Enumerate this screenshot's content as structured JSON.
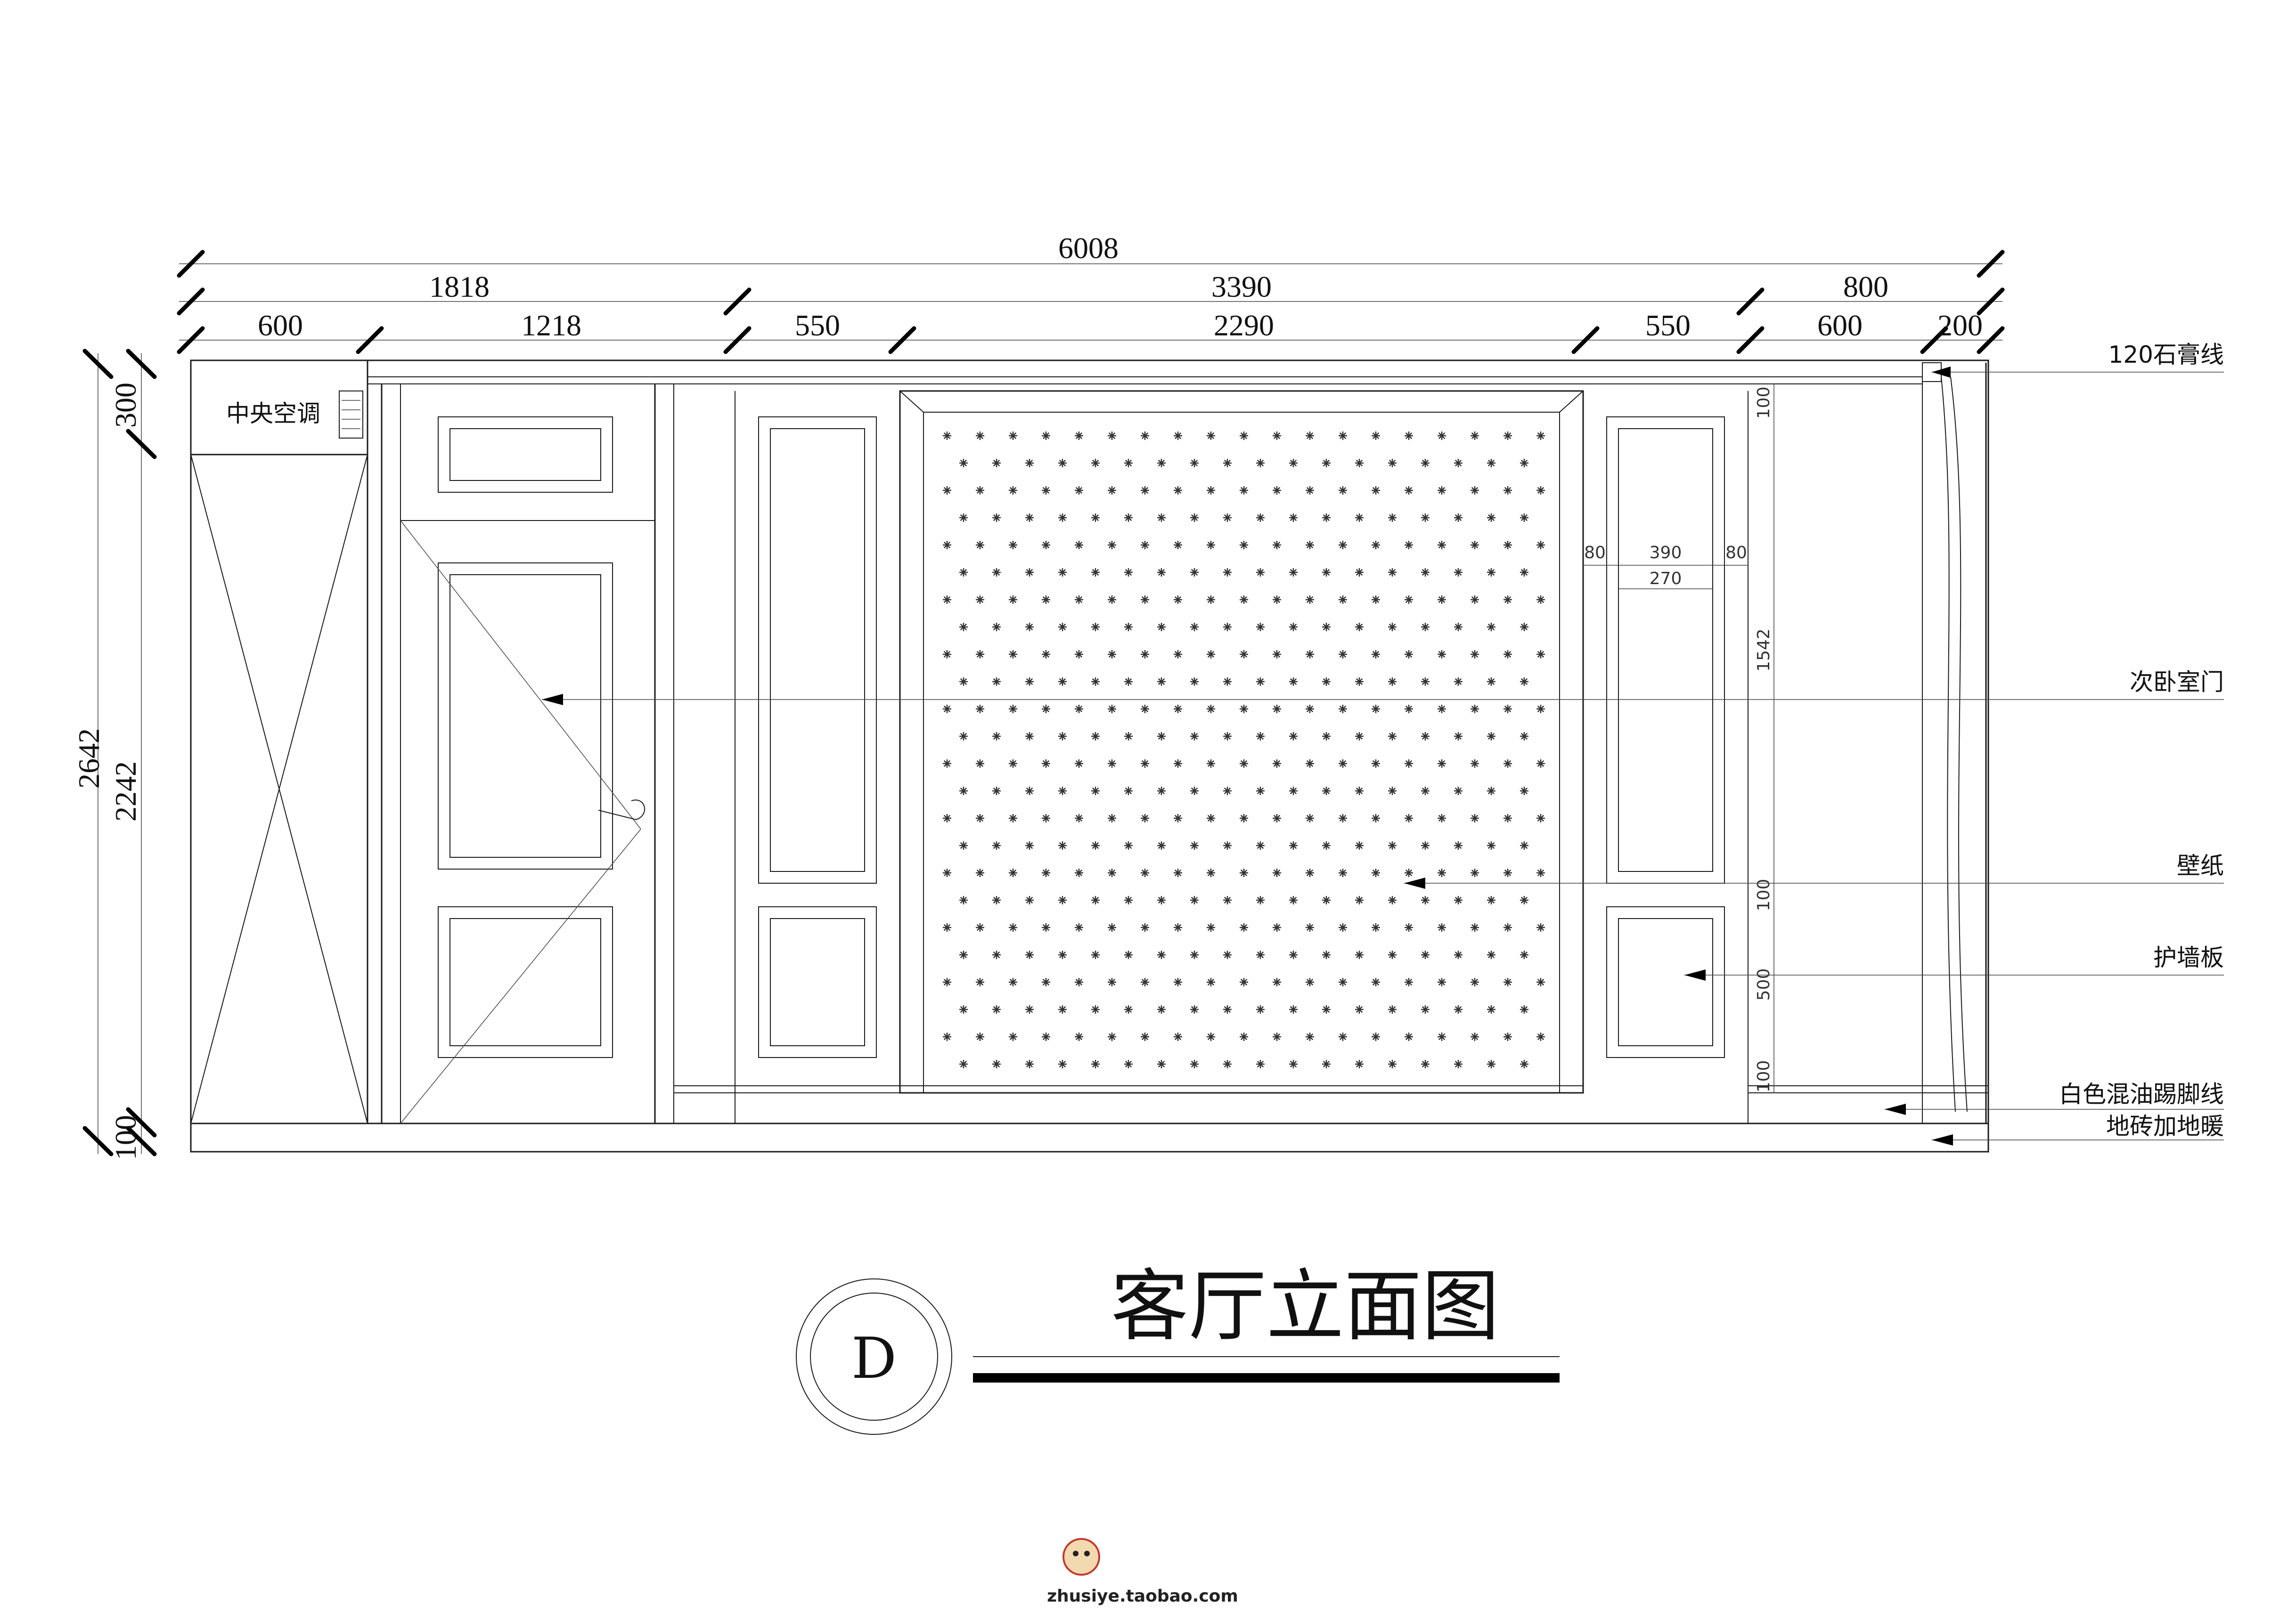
{
  "dimensions": {
    "top_total": "6008",
    "top_row2": [
      "1818",
      "3390",
      "800"
    ],
    "top_row3": [
      "600",
      "1218",
      "550",
      "2290",
      "550",
      "600",
      "200"
    ],
    "left_total": "2642",
    "left_ceiling": "300",
    "left_main": "2242",
    "left_base": "100",
    "panel_offset_left": "80",
    "panel_outer_width": "390",
    "panel_offset_right": "80",
    "panel_inner_width": "270",
    "right_v": [
      "100",
      "1542",
      "100",
      "500",
      "100"
    ]
  },
  "labels": {
    "ac": "中央空调",
    "callouts": [
      "120石膏线",
      "次卧室门",
      "壁纸",
      "护墙板",
      "白色混油踢脚线",
      "地砖加地暖"
    ]
  },
  "title": {
    "text": "客厅立面图",
    "mark": "D"
  },
  "watermark": "zhusiye.taobao.com"
}
